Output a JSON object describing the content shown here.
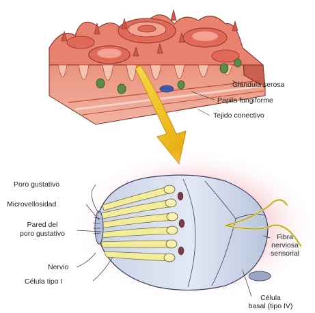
{
  "colors": {
    "tissue": "#e8826e",
    "tissue_dark": "#c2473a",
    "tissue_light": "#f3b19f",
    "fold": "#f4c4b3",
    "gland": "#5c8c4a",
    "arrow": "#f2c21b",
    "arrow_edge": "#c9900a",
    "glow": "#f3a9b6",
    "bud_bg": "#dfe6f3",
    "bud_edge": "#3a3a5a",
    "cell_yellow": "#f3ec9c",
    "nerve": "#e9dc6b"
  },
  "icons": [
    "tongue-tissue-block",
    "down-curved-arrow",
    "taste-bud"
  ],
  "labels": {
    "glandula_serosa": "Glándula serosa",
    "papila_fungiforme": "Papila fungiforme",
    "tejido_conectivo": "Tejido conectivo",
    "poro_gustativo": "Poro gustativo",
    "microvellosidad": "Microvellosidad",
    "pared_del_1": "Pared del",
    "pared_del_2": "poro gustativo",
    "nervio": "Nervio",
    "celula_tipo_i": "Célula tipo I",
    "fibra_1": "Fibra",
    "fibra_2": "nerviosa",
    "fibra_3": "sensorial",
    "celula_basal_1": "Célula",
    "celula_basal_2": "basal (tipo IV)"
  }
}
